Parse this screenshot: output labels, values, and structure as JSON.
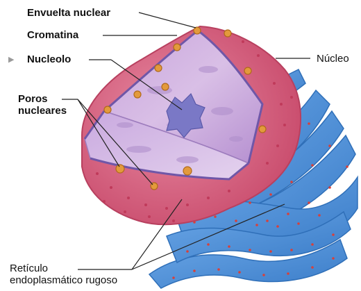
{
  "labels": {
    "envuelta_nuclear": "Envuelta nuclear",
    "cromatina": "Cromatina",
    "nucleolo": "Nucleolo",
    "nucleo": "Núcleo",
    "poros_line1": "Poros",
    "poros_line2": "nucleares",
    "reticulo_line1": "Retículo",
    "reticulo_line2": "endoplasmático rugoso"
  },
  "colors": {
    "envelope": "#d8607e",
    "envelope_dark": "#b8405f",
    "chromatin": "#c7a6d8",
    "chromatin_dark": "#9d7cbd",
    "nucleolus": "#7a78c6",
    "pore": "#e39a3c",
    "er": "#4f8fd6",
    "er_dark": "#2f6fb8",
    "ribosome": "#d8403a"
  },
  "icons": {
    "left_marker": "triangle-right-icon"
  }
}
